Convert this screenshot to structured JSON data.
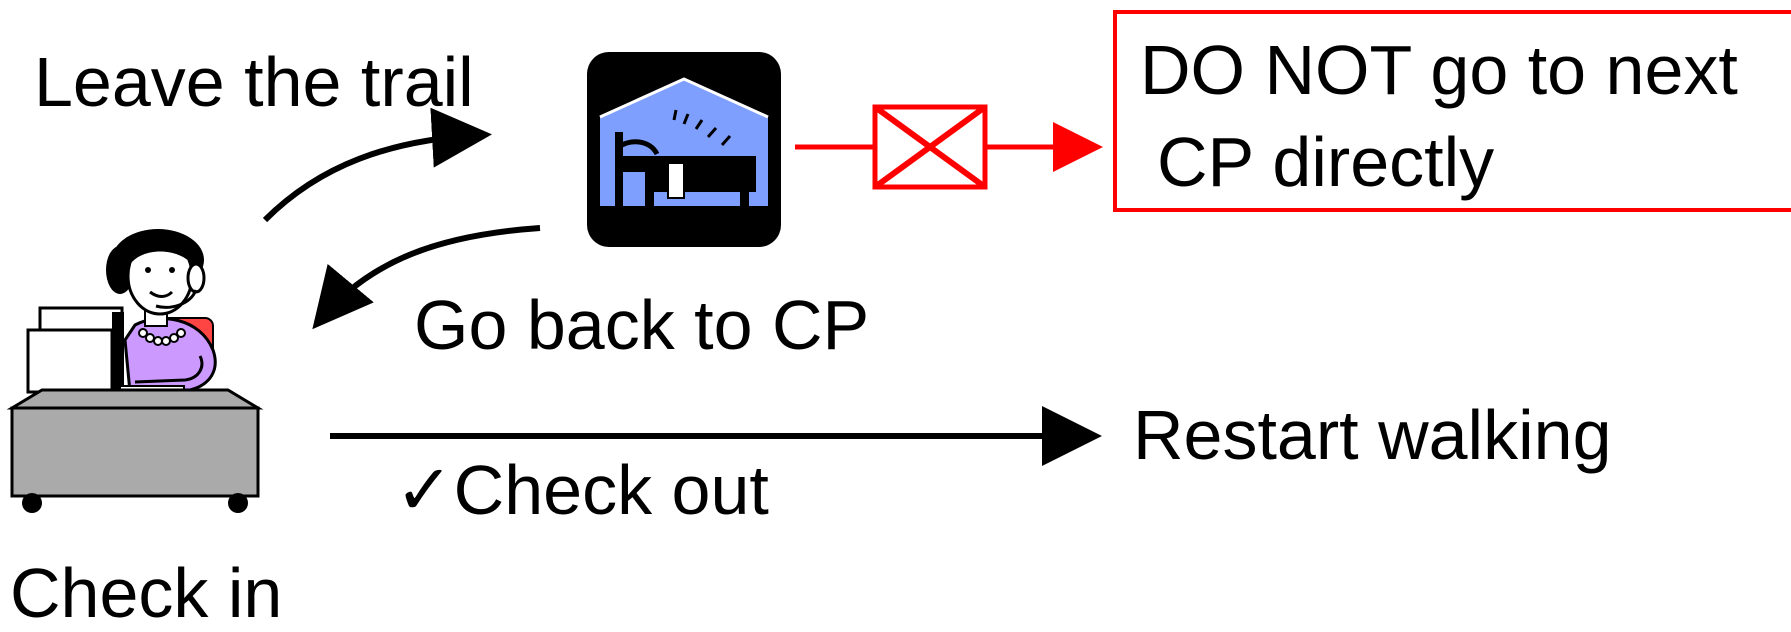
{
  "labels": {
    "leave_trail": "Leave the trail",
    "go_back": "Go back to CP",
    "check_out": "✓Check out",
    "restart": "Restart walking",
    "check_in": "Check in"
  },
  "warning": {
    "line1": "DO NOT go to next",
    "line2": "CP directly"
  },
  "icons": {
    "shelter": "rest-house-icon",
    "receptionist": "receptionist-desk-icon",
    "blocked": "blocked-x-icon"
  },
  "colors": {
    "warning_red": "#ff0000",
    "shelter_blue": "#7f9fff",
    "receptionist_shirt": "#cc99ff",
    "desk_gray": "#aaaaaa"
  }
}
